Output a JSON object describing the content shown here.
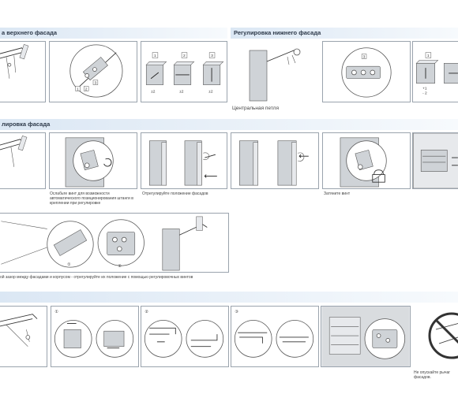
{
  "sections": {
    "upper": {
      "title": "а верхнего фасада"
    },
    "lower": {
      "title": "Регулировка нижнего фасада"
    },
    "middle": {
      "title": "лировка фасада"
    }
  },
  "captions": {
    "central_hinge": "Центральная петля",
    "loosen_screw": "Ослабьте винт для возможности автоматического позиционирования штанги в креплении при регулировке",
    "adjust_position": "Отрегулируйте положение фасадов",
    "tighten_screw": "Затяните винт",
    "gap_note": "ой зазор между фасадами и корпусом - отрегулируйте их положение с помощью регулировочных винтов",
    "warning": "Не опускайте рычаг фасадов."
  },
  "labels": {
    "n1": "1",
    "n2": "2",
    "n3": "3",
    "c1": "①",
    "c2": "②",
    "c3": "③",
    "pm2": "±2",
    "p1": "+1",
    "m2": "- 2"
  },
  "colors": {
    "band": "#dbe7f4",
    "title": "#2e3a4a",
    "border": "#9aa3ad"
  }
}
